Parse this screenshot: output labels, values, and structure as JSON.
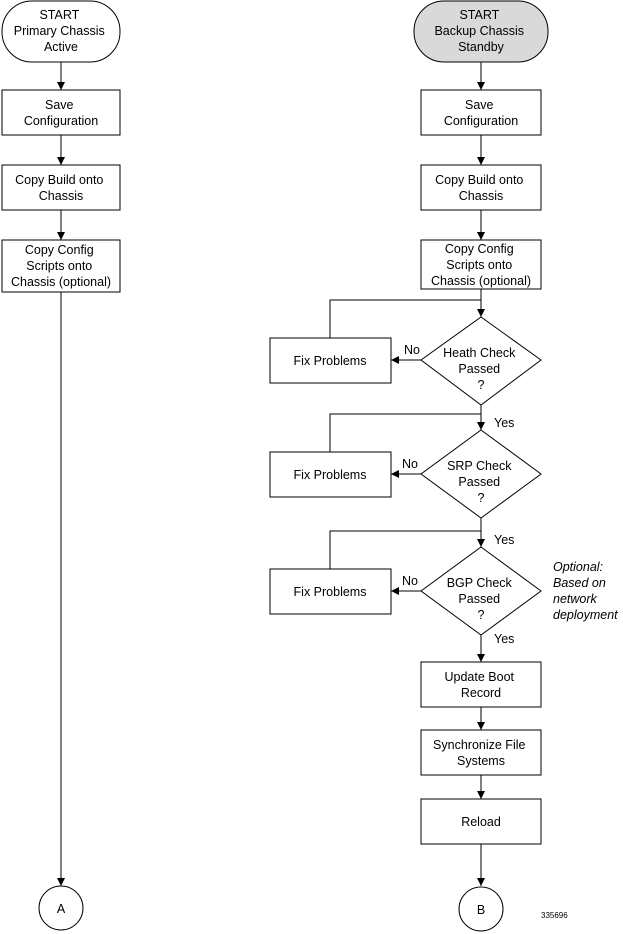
{
  "left_flow": {
    "start": [
      "START",
      "Primary Chassis",
      "Active"
    ],
    "save": [
      "Save",
      "Configuration"
    ],
    "copy_build": [
      "Copy Build onto",
      "Chassis"
    ],
    "copy_config": [
      "Copy Config",
      "Scripts onto",
      "Chassis (optional)"
    ],
    "connector": "A"
  },
  "right_flow": {
    "start": [
      "START",
      "Backup Chassis",
      "Standby"
    ],
    "save": [
      "Save",
      "Configuration"
    ],
    "copy_build": [
      "Copy Build onto",
      "Chassis"
    ],
    "copy_config": [
      "Copy Config",
      "Scripts onto",
      "Chassis (optional)"
    ],
    "health_check": [
      "Heath Check",
      "Passed",
      "?"
    ],
    "srp_check": [
      "SRP Check",
      "Passed",
      "?"
    ],
    "bgp_check": [
      "BGP Check",
      "Passed",
      "?"
    ],
    "fix_1": "Fix Problems",
    "fix_2": "Fix Problems",
    "fix_3": "Fix Problems",
    "update_boot": [
      "Update Boot",
      "Record"
    ],
    "sync": [
      "Synchronize File",
      "Systems"
    ],
    "reload": "Reload",
    "connector": "B"
  },
  "edge_labels": {
    "no_1": "No",
    "no_2": "No",
    "no_3": "No",
    "yes_1": "Yes",
    "yes_2": "Yes",
    "yes_3": "Yes"
  },
  "note": [
    "Optional:",
    "Based on",
    "network",
    "deployment"
  ],
  "figure_number": "335696"
}
